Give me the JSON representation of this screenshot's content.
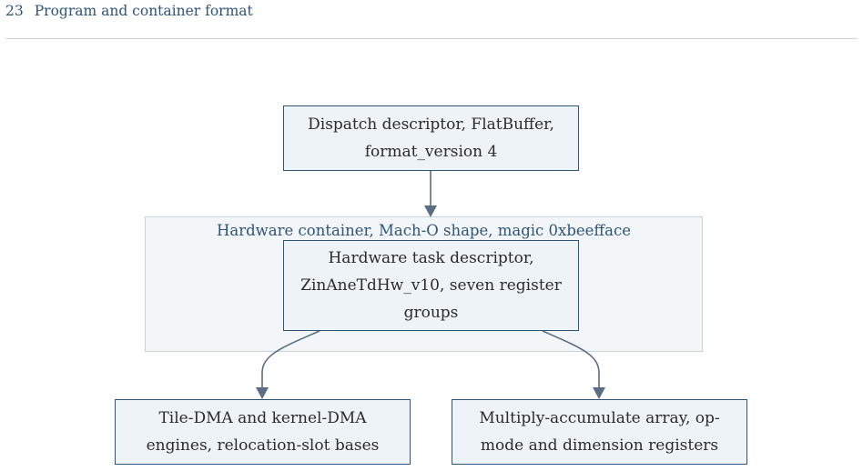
{
  "page_header": {
    "page_number": "23",
    "section_title": "Program and container format"
  },
  "diagram": {
    "container": {
      "label": "Hardware container, Mach-O shape, magic 0xbeefface"
    },
    "nodes": {
      "dispatch": "Dispatch descriptor, FlatBuffer, format_version 4",
      "task": "Hardware task descriptor, ZinAneTdHw_v10, seven register groups",
      "dma": "Tile-DMA and kernel-DMA engines, relocation-slot bases",
      "mac": "Multiply-accumulate array, op-mode and dimension registers"
    },
    "edges": [
      {
        "from": "dispatch",
        "to": "task"
      },
      {
        "from": "task",
        "to": "dma"
      },
      {
        "from": "task",
        "to": "mac"
      }
    ],
    "colors": {
      "node_border": "#2e5478",
      "node_fill": "#eef3f7",
      "container_fill": "#f3f6f9",
      "container_border": "#c7d2dd",
      "edge": "#5a6d82",
      "heading": "#2e5478"
    }
  }
}
